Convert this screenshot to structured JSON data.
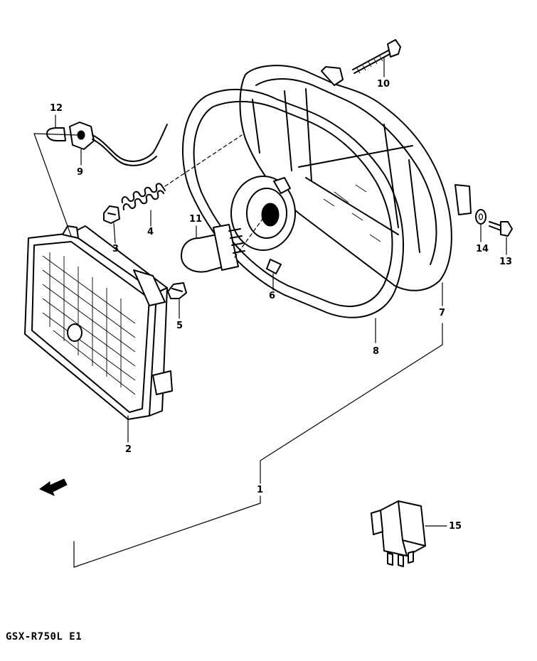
{
  "parts": [
    {
      "id": "1",
      "label": "1"
    },
    {
      "id": "2",
      "label": "2"
    },
    {
      "id": "3",
      "label": "3"
    },
    {
      "id": "4",
      "label": "4"
    },
    {
      "id": "5",
      "label": "5"
    },
    {
      "id": "6",
      "label": "6"
    },
    {
      "id": "7",
      "label": "7"
    },
    {
      "id": "8",
      "label": "8"
    },
    {
      "id": "9",
      "label": "9"
    },
    {
      "id": "10",
      "label": "10"
    },
    {
      "id": "11",
      "label": "11"
    },
    {
      "id": "12",
      "label": "12"
    },
    {
      "id": "13",
      "label": "13"
    },
    {
      "id": "14",
      "label": "14"
    },
    {
      "id": "15",
      "label": "15"
    }
  ],
  "model": "GSX-R750L E1"
}
